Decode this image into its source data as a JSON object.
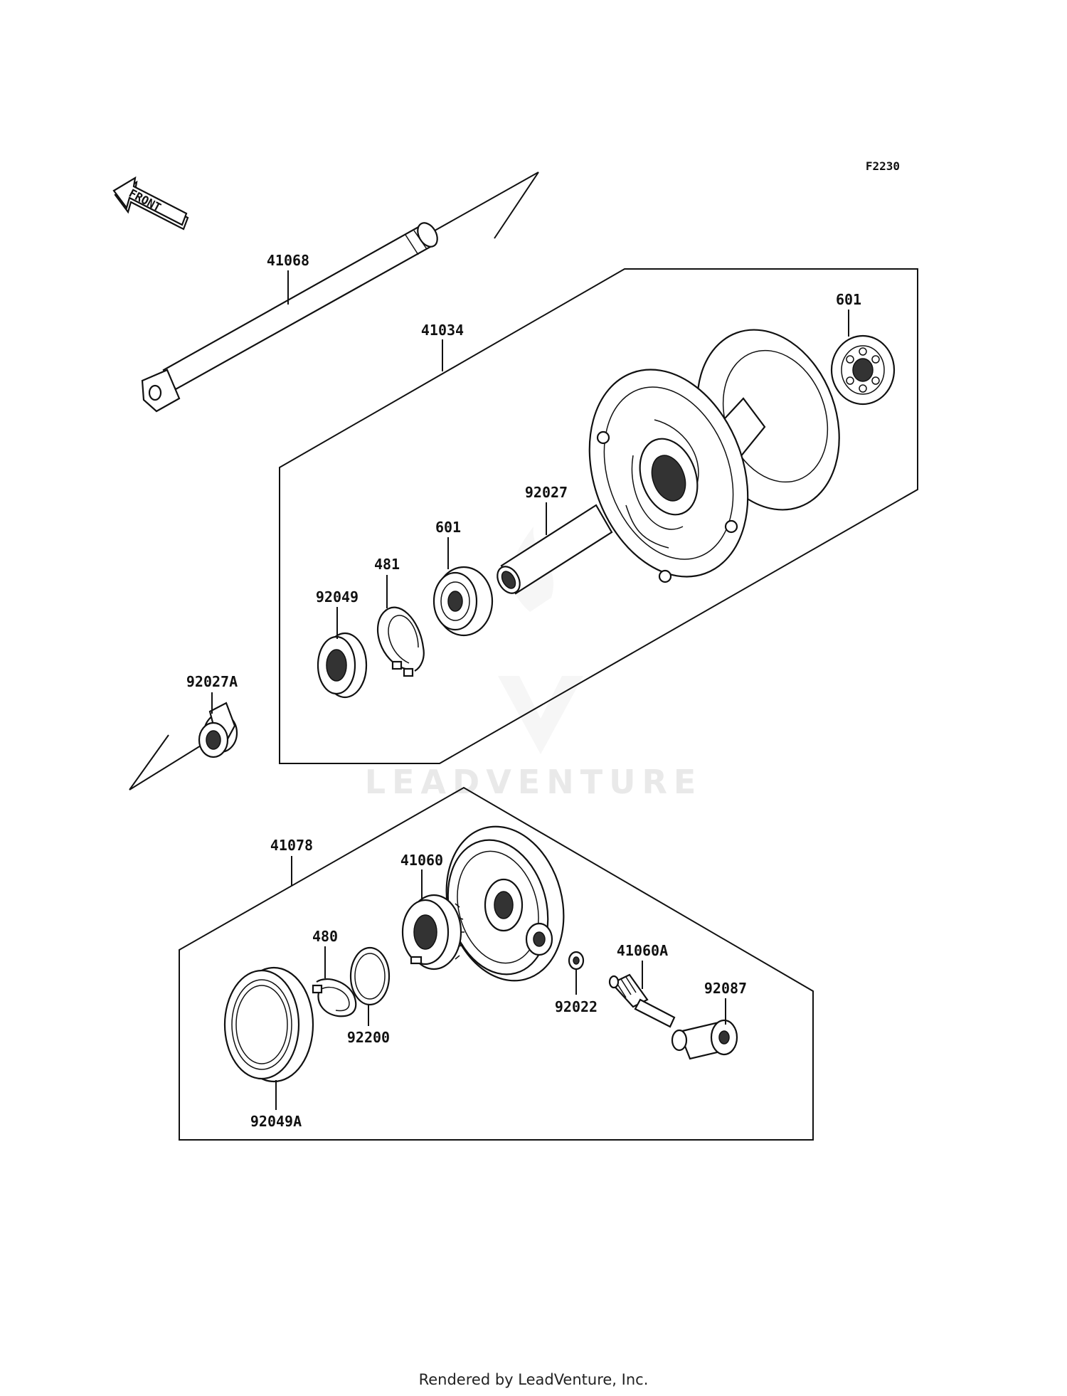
{
  "diagram_code": "F2230",
  "front_arrow_label": "FRONT",
  "watermark": "LEADVENTURE",
  "footer": "Rendered by LeadVenture, Inc.",
  "parts": {
    "axle": "41068",
    "hub_assy": "41034",
    "bearing_right": "601",
    "spacer": "92027",
    "bearing_left": "601",
    "circlip": "481",
    "oil_seal": "92049",
    "collar": "92027A",
    "gear_case_assy": "41078",
    "speedo_gear": "41060",
    "snap_ring": "480",
    "shim": "92200",
    "dust_seal": "92049A",
    "pinion": "41060A",
    "washer": "92022",
    "bushing": "92087"
  }
}
